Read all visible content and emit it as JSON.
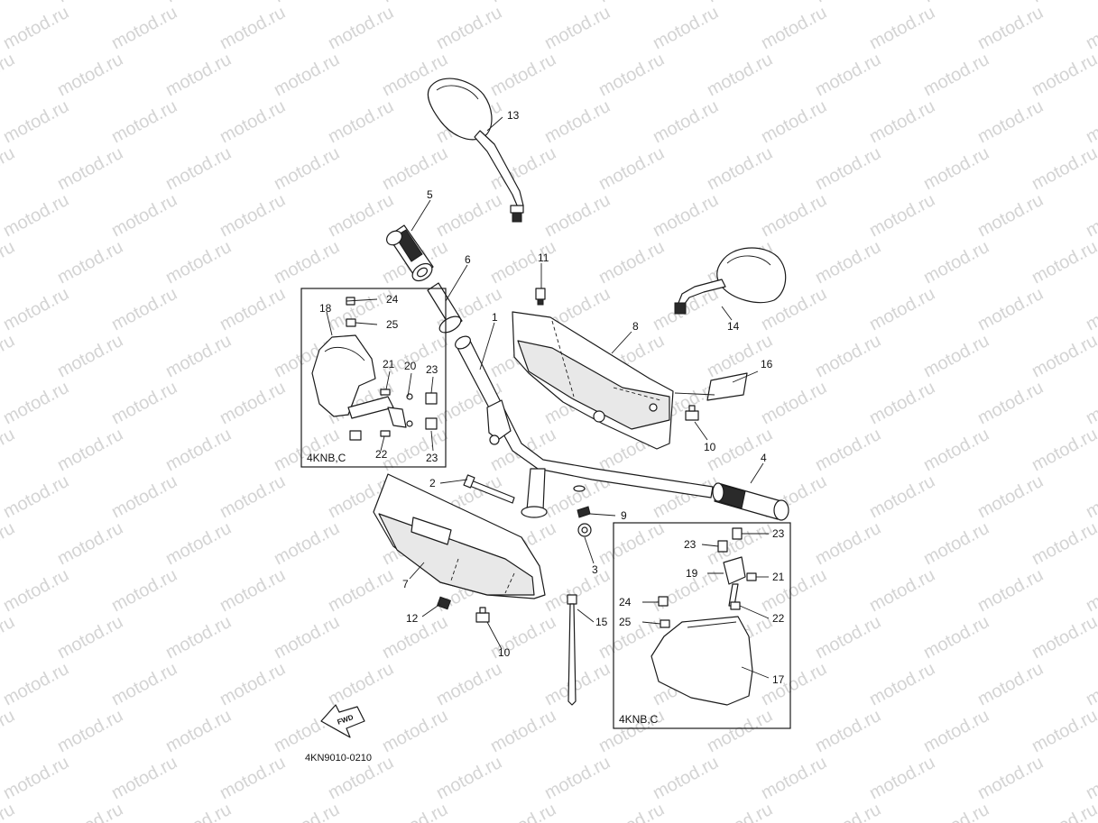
{
  "watermark": "motod.ru",
  "diagram_code": "4KN9010-0210",
  "fwd_label": "FWD",
  "inset_left_label": "4KNB,C",
  "inset_right_label": "4KNB,C",
  "callouts": {
    "c1": "1",
    "c2": "2",
    "c3": "3",
    "c4": "4",
    "c5": "5",
    "c6": "6",
    "c7": "7",
    "c8": "8",
    "c9": "9",
    "c10a": "10",
    "c10b": "10",
    "c11": "11",
    "c12": "12",
    "c13": "13",
    "c14": "14",
    "c15": "15",
    "c16": "16",
    "l18": "18",
    "l24": "24",
    "l25": "25",
    "l21": "21",
    "l20": "20",
    "l23a": "23",
    "l23b": "23",
    "l22": "22",
    "r23a": "23",
    "r23b": "23",
    "r19": "19",
    "r21": "21",
    "r24": "24",
    "r25": "25",
    "r22": "22",
    "r17": "17"
  }
}
